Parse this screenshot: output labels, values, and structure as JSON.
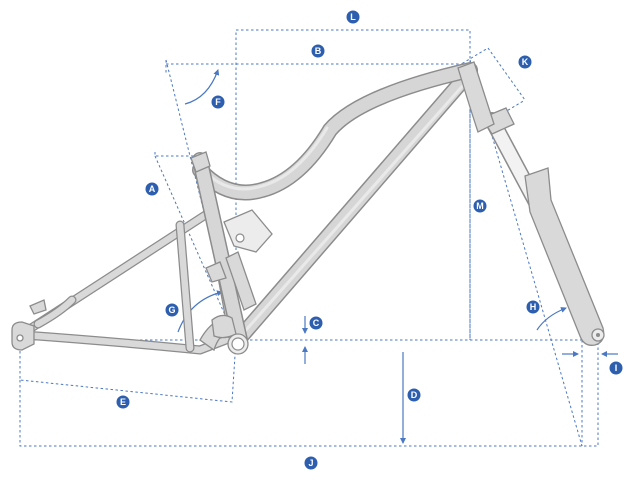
{
  "colors": {
    "frame_fill": "#d9d9d9",
    "frame_outline": "#8c8c8c",
    "dimension_line": "#4a78c2",
    "badge_fill": "#2d5fae",
    "badge_text": "#ffffff"
  },
  "labels": {
    "A": "A",
    "B": "B",
    "C": "C",
    "D": "D",
    "E": "E",
    "F": "F",
    "G": "G",
    "H": "H",
    "I": "I",
    "J": "J",
    "K": "K",
    "L": "L",
    "M": "M"
  }
}
